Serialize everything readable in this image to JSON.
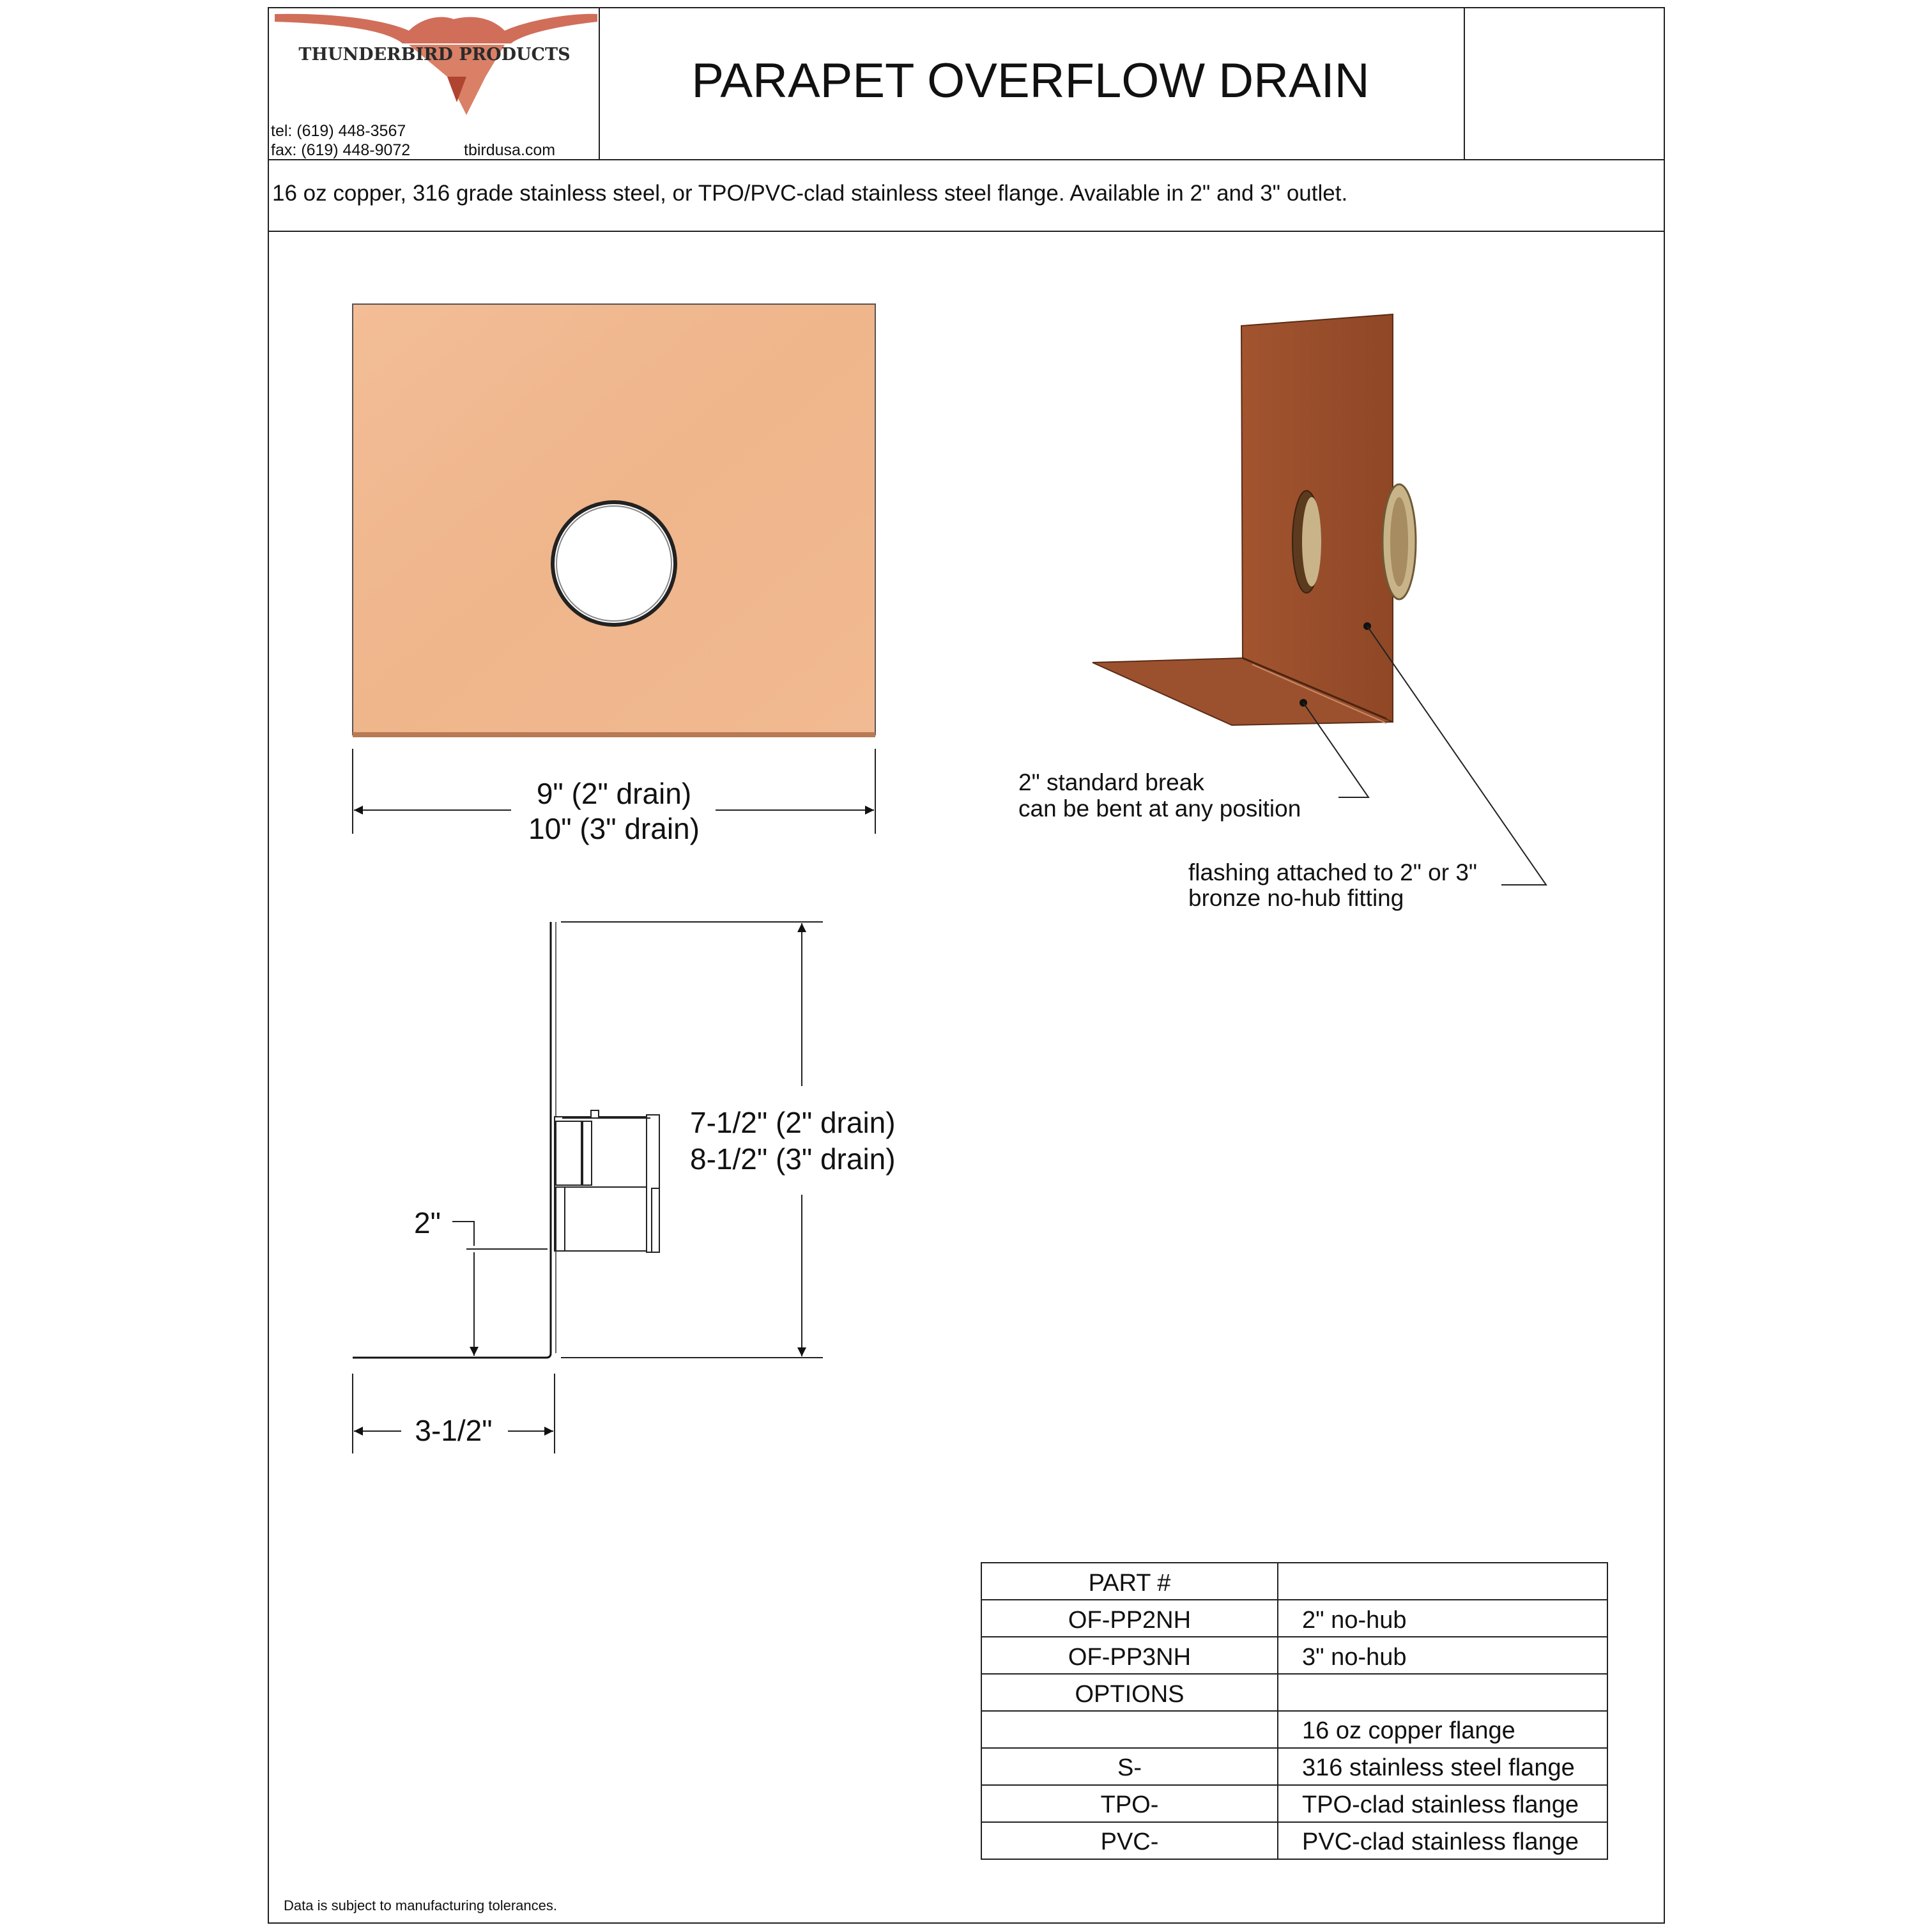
{
  "company": {
    "name": "THUNDERBIRD PRODUCTS",
    "tel": "tel:  (619) 448-3567",
    "fax": "fax: (619) 448-9072",
    "website": "tbirdusa.com"
  },
  "title": "PARAPET OVERFLOW DRAIN",
  "description": "16 oz copper, 316 grade stainless steel, or TPO/PVC-clad stainless steel flange. Available in 2\" and 3\" outlet.",
  "dimensions": {
    "width_line1": "9\" (2\" drain)",
    "width_line2": "10\" (3\" drain)",
    "height_line1": "7-1/2\" (2\" drain)",
    "height_line2": "8-1/2\" (3\" drain)",
    "break": "2\"",
    "base": "3-1/2\""
  },
  "callouts": {
    "break_line1": "2\" standard break",
    "break_line2": "can be bent at any position",
    "fitting_line1": "flashing attached to 2\" or 3\"",
    "fitting_line2": "bronze no-hub fitting"
  },
  "table": {
    "header": [
      "PART #",
      ""
    ],
    "rows": [
      [
        "OF-PP2NH",
        "2\" no-hub"
      ],
      [
        "OF-PP3NH",
        "3\" no-hub"
      ],
      [
        "OPTIONS",
        ""
      ],
      [
        "",
        "16 oz copper flange"
      ],
      [
        "S-",
        "316 stainless steel flange"
      ],
      [
        "TPO-",
        "TPO-clad stainless flange"
      ],
      [
        "PVC-",
        "PVC-clad stainless flange"
      ]
    ]
  },
  "footer": "Data is subject to manufacturing tolerances.",
  "colors": {
    "copper_flat": "#f1b991",
    "copper_dark": "#9a4f2e",
    "bronze": "#c9b48a",
    "logo_red": "#c8553d"
  }
}
